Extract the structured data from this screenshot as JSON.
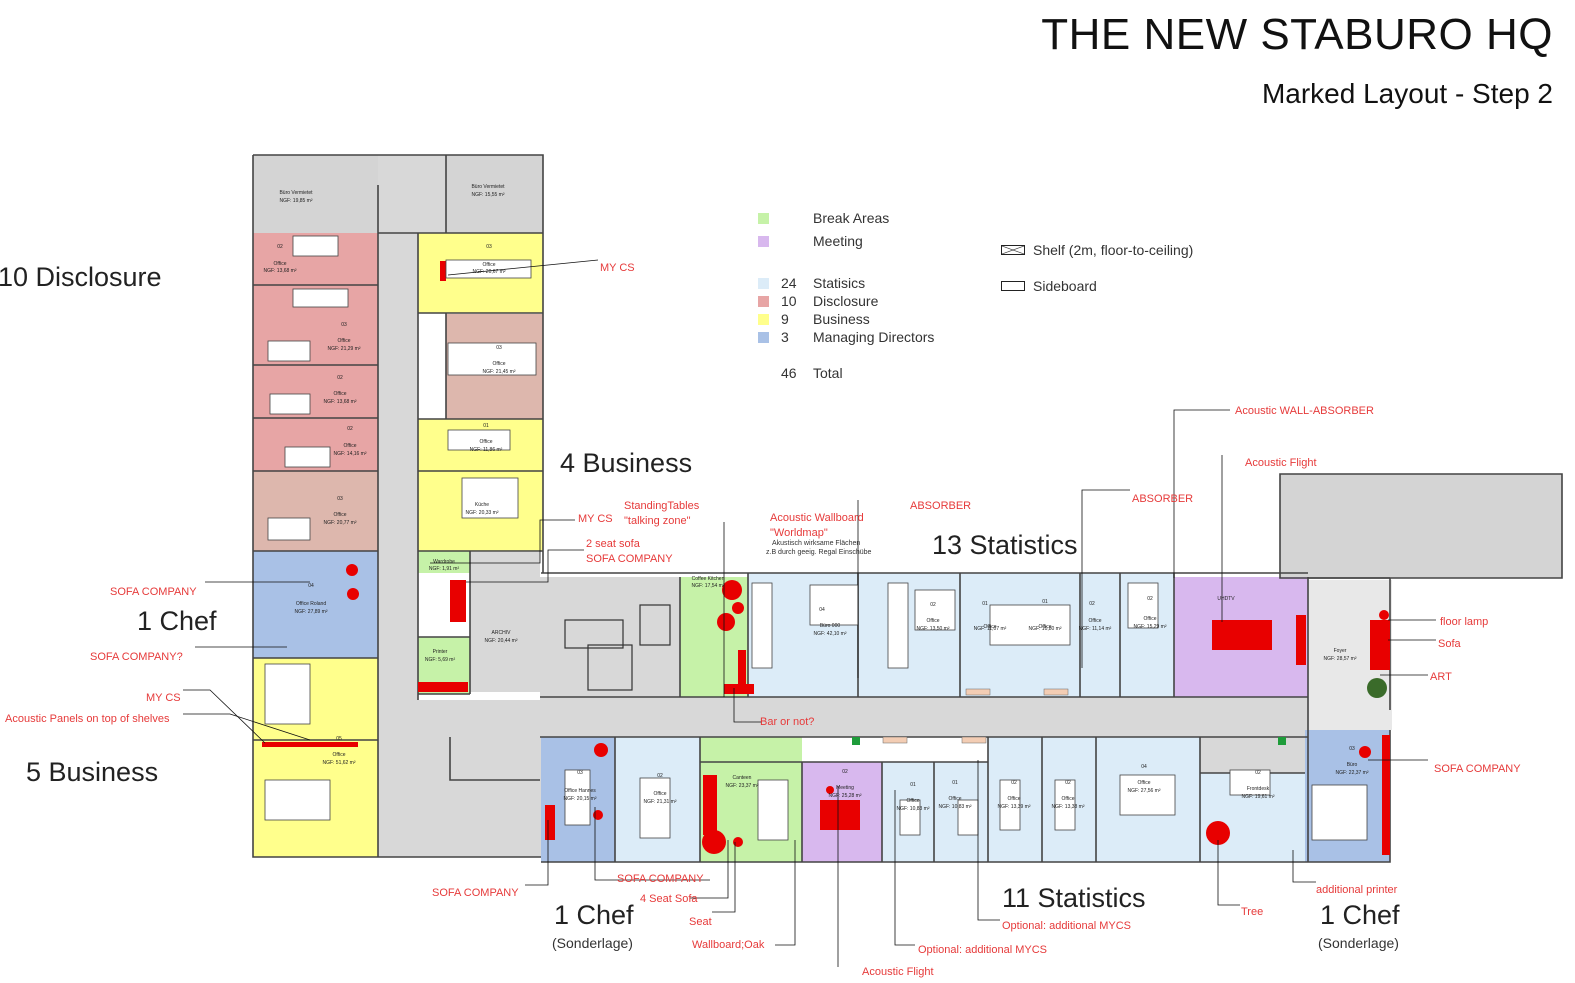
{
  "header": {
    "title": "THE NEW STABURO HQ",
    "subtitle": "Marked Layout -  Step 2"
  },
  "colors": {
    "break": "#c6f2a8",
    "meeting": "#d8b8ee",
    "statistics": "#dcecf8",
    "disclosure": "#e7a5a5",
    "disclosure_alt": "#ddb7ad",
    "business": "#ffff8c",
    "managing": "#a9c1e6",
    "corridor": "#d8d8d8",
    "rented": "#d4d4d4",
    "furniture": "#e80000",
    "annotation": "#e63a3a",
    "wall": "#444444"
  },
  "legend": {
    "categories": [
      {
        "num": "",
        "label": "Break Areas",
        "color": "#c6f2a8"
      },
      {
        "num": "",
        "label": "Meeting",
        "color": "#d8b8ee"
      },
      {
        "num": "24",
        "label": "Statisics",
        "color": "#dcecf8"
      },
      {
        "num": "10",
        "label": "Disclosure",
        "color": "#e7a5a5"
      },
      {
        "num": "9",
        "label": "Business",
        "color": "#ffff8c"
      },
      {
        "num": "3",
        "label": "Managing Directors",
        "color": "#a9c1e6"
      }
    ],
    "total_num": "46",
    "total_label": "Total",
    "shelf_label": "Shelf (2m, floor-to-ceiling)",
    "sideboard_label": "Sideboard"
  },
  "zone_labels": {
    "disclosure": "10 Disclosure",
    "business_4": "4 Business",
    "statistics_13": "13 Statistics",
    "chef_left": "1 Chef",
    "business_5": "5 Business",
    "chef_bottom": "1 Chef",
    "chef_bottom_sub": "(Sonderlage)",
    "statistics_11": "11 Statistics",
    "chef_right": "1 Chef",
    "chef_right_sub": "(Sonderlage)"
  },
  "annotations": {
    "my_cs_top": "MY CS",
    "my_cs_mid": "MY CS",
    "two_seat_sofa": "2 seat sofa",
    "sofa_company_a": "SOFA COMPANY",
    "standing_tables": "StandingTables",
    "talking_zone": "\"talking zone\"",
    "acoustic_wallboard": "Acoustic Wallboard",
    "worldmap": "\"Worldmap\"",
    "akustisch_1": "Akustisch wirksame Flächen",
    "akustisch_2": "z.B durch geeig. Regal Einschübe",
    "absorber_1": "ABSORBER",
    "absorber_2": "ABSORBER",
    "wall_absorber": "Acoustic WALL-ABSORBER",
    "acoustic_flight_top": "Acoustic Flight",
    "sofa_company_left": "SOFA COMPANY",
    "sofa_company_q": "SOFA COMPANY?",
    "my_cs_left": "MY CS",
    "acoustic_panels": "Acoustic Panels on top of shelves",
    "bar": "Bar or not?",
    "floor_lamp": "floor lamp",
    "sofa": "Sofa",
    "art": "ART",
    "sofa_company_right": "SOFA COMPANY",
    "sofa_company_bottom": "SOFA COMPANY",
    "sofa_company_b2": "SOFA COMPANY",
    "four_seat_sofa": "4 Seat Sofa",
    "seat": "Seat",
    "wallboard_oak": "Wallboard;Oak",
    "acoustic_flight_bottom": "Acoustic Flight",
    "optional_mycs_1": "Optional: additional MYCS",
    "optional_mycs_2": "Optional: additional MYCS",
    "tree": "Tree",
    "additional_printer": "additional printer"
  },
  "rooms": {
    "buro_left": {
      "name": "Büro Vermietet",
      "area": "NGF: 19,85 m²"
    },
    "buro_right": {
      "name": "Büro Vermietet",
      "area": "NGF: 15,55 m²"
    },
    "office_1368": {
      "num": "02",
      "name": "Office",
      "area": "NGF: 13,68 m²"
    },
    "office_2129": {
      "num": "03",
      "name": "Office",
      "area": "NGF: 21,29 m²"
    },
    "office_1368b": {
      "num": "02",
      "name": "Office",
      "area": "NGF: 13,68 m²"
    },
    "office_1416": {
      "num": "02",
      "name": "Office",
      "area": "NGF: 14,16 m²"
    },
    "office_2077": {
      "num": "03",
      "name": "Office",
      "area": "NGF: 20,77 m²"
    },
    "office_roland": {
      "num": "04",
      "name": "Office Roland",
      "area": "NGF: 27,89 m²"
    },
    "office_5162": {
      "num": "05",
      "name": "Office",
      "area": "NGF: 51,62 m²"
    },
    "office_r1": {
      "num": "03",
      "name": "Office",
      "area": "NGF: 20,67 m²"
    },
    "office_r2": {
      "num": "03",
      "name": "Office",
      "area": "NGF: 21,45 m²"
    },
    "office_r3": {
      "num": "01",
      "name": "Office",
      "area": "NGF: 11,86 m²"
    },
    "kueche": {
      "name": "Küche",
      "area": "NGF: 20,33 m²"
    },
    "wardrobe": {
      "name": "Wardrobe",
      "area": "NGF: 1,91 m²"
    },
    "printer": {
      "name": "Printer",
      "area": "NGF: 5,69 m²"
    },
    "archiv": {
      "name": "ARCHIV",
      "area": "NGF: 20,44 m²"
    },
    "coffee": {
      "name": "Coffee Kitchen",
      "area": "NGF: 17,54 m²"
    },
    "buro_4210": {
      "num": "04",
      "name": "Büro 000",
      "area": "NGF: 42,10 m²"
    },
    "office_1350": {
      "num": "02",
      "name": "Office",
      "area": "NGF: 13,50 m²"
    },
    "office_s1": {
      "num": "01",
      "name": "Office",
      "area": "NGF: 11,07 m²"
    },
    "office_s2": {
      "num": "01",
      "name": "Office",
      "area": "NGF: 10,80 m²"
    },
    "office_s3": {
      "num": "02",
      "name": "Office",
      "area": "NGF: 11,14 m²"
    },
    "office_s4": {
      "num": "02",
      "name": "Office",
      "area": "NGF: 15,29 m²"
    },
    "meeting_top": {
      "name": "UHDTV",
      "area": ""
    },
    "foyer": {
      "name": "Foyer",
      "area": "NGF: 28,57 m²"
    },
    "office_hannes": {
      "num": "03",
      "name": "Office Hannes",
      "area": "NGF: 20,15 m²"
    },
    "office_2131": {
      "num": "02",
      "name": "Office",
      "area": "NGF: 21,31 m²"
    },
    "canteen": {
      "name": "Canteen",
      "area": "NGF: 23,37 m²"
    },
    "meeting_bottom": {
      "num": "02",
      "name": "Meeting",
      "area": "NGF: 25,28 m²"
    },
    "office_b1": {
      "num": "01",
      "name": "Office",
      "area": "NGF: 10,83 m²"
    },
    "office_b2": {
      "num": "01",
      "name": "Office",
      "area": "NGF: 10,83 m²"
    },
    "office_b3": {
      "num": "02",
      "name": "Office",
      "area": "NGF: 13,39 m²"
    },
    "office_b4": {
      "num": "02",
      "name": "Office",
      "area": "NGF: 13,38 m²"
    },
    "office_2756": {
      "num": "04",
      "name": "Office",
      "area": "NGF: 27,56 m²"
    },
    "frontdesk": {
      "num": "02",
      "name": "Frontdesk",
      "area": "NGF: 19,61 m²"
    },
    "buro_right_corner": {
      "num": "03",
      "name": "Büro",
      "area": "NGF: 22,37 m²"
    }
  }
}
